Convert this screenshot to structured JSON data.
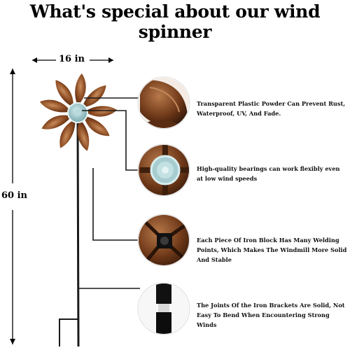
{
  "title": "What's special about our wind spinner",
  "dimensions": {
    "width_label": "16 in",
    "height_label": "60 in"
  },
  "features": [
    {
      "text": "Transparent Plastic Powder Can Prevent Rust, Waterproof, UV, And Fade.",
      "icon": "rust-proof-petal-closeup"
    },
    {
      "text": "High-quality bearings can work flexibly even at low wind speeds",
      "icon": "bearing-hub-closeup"
    },
    {
      "text": "Each Piece Of Iron Block Has Many Welding Points, Which Makes The Windmill More Solid And Stable",
      "icon": "welding-points-closeup"
    },
    {
      "text": "The Joints Of the Iron Brackets Are Solid, Not Easy To Bend When Encountering Strong Winds",
      "icon": "bracket-joint-closeup"
    }
  ],
  "colors": {
    "petal": "#8a4a22",
    "petal_highlight": "#c98c5a",
    "hub": "#9cc3c9",
    "stake": "#1a1a1a"
  }
}
